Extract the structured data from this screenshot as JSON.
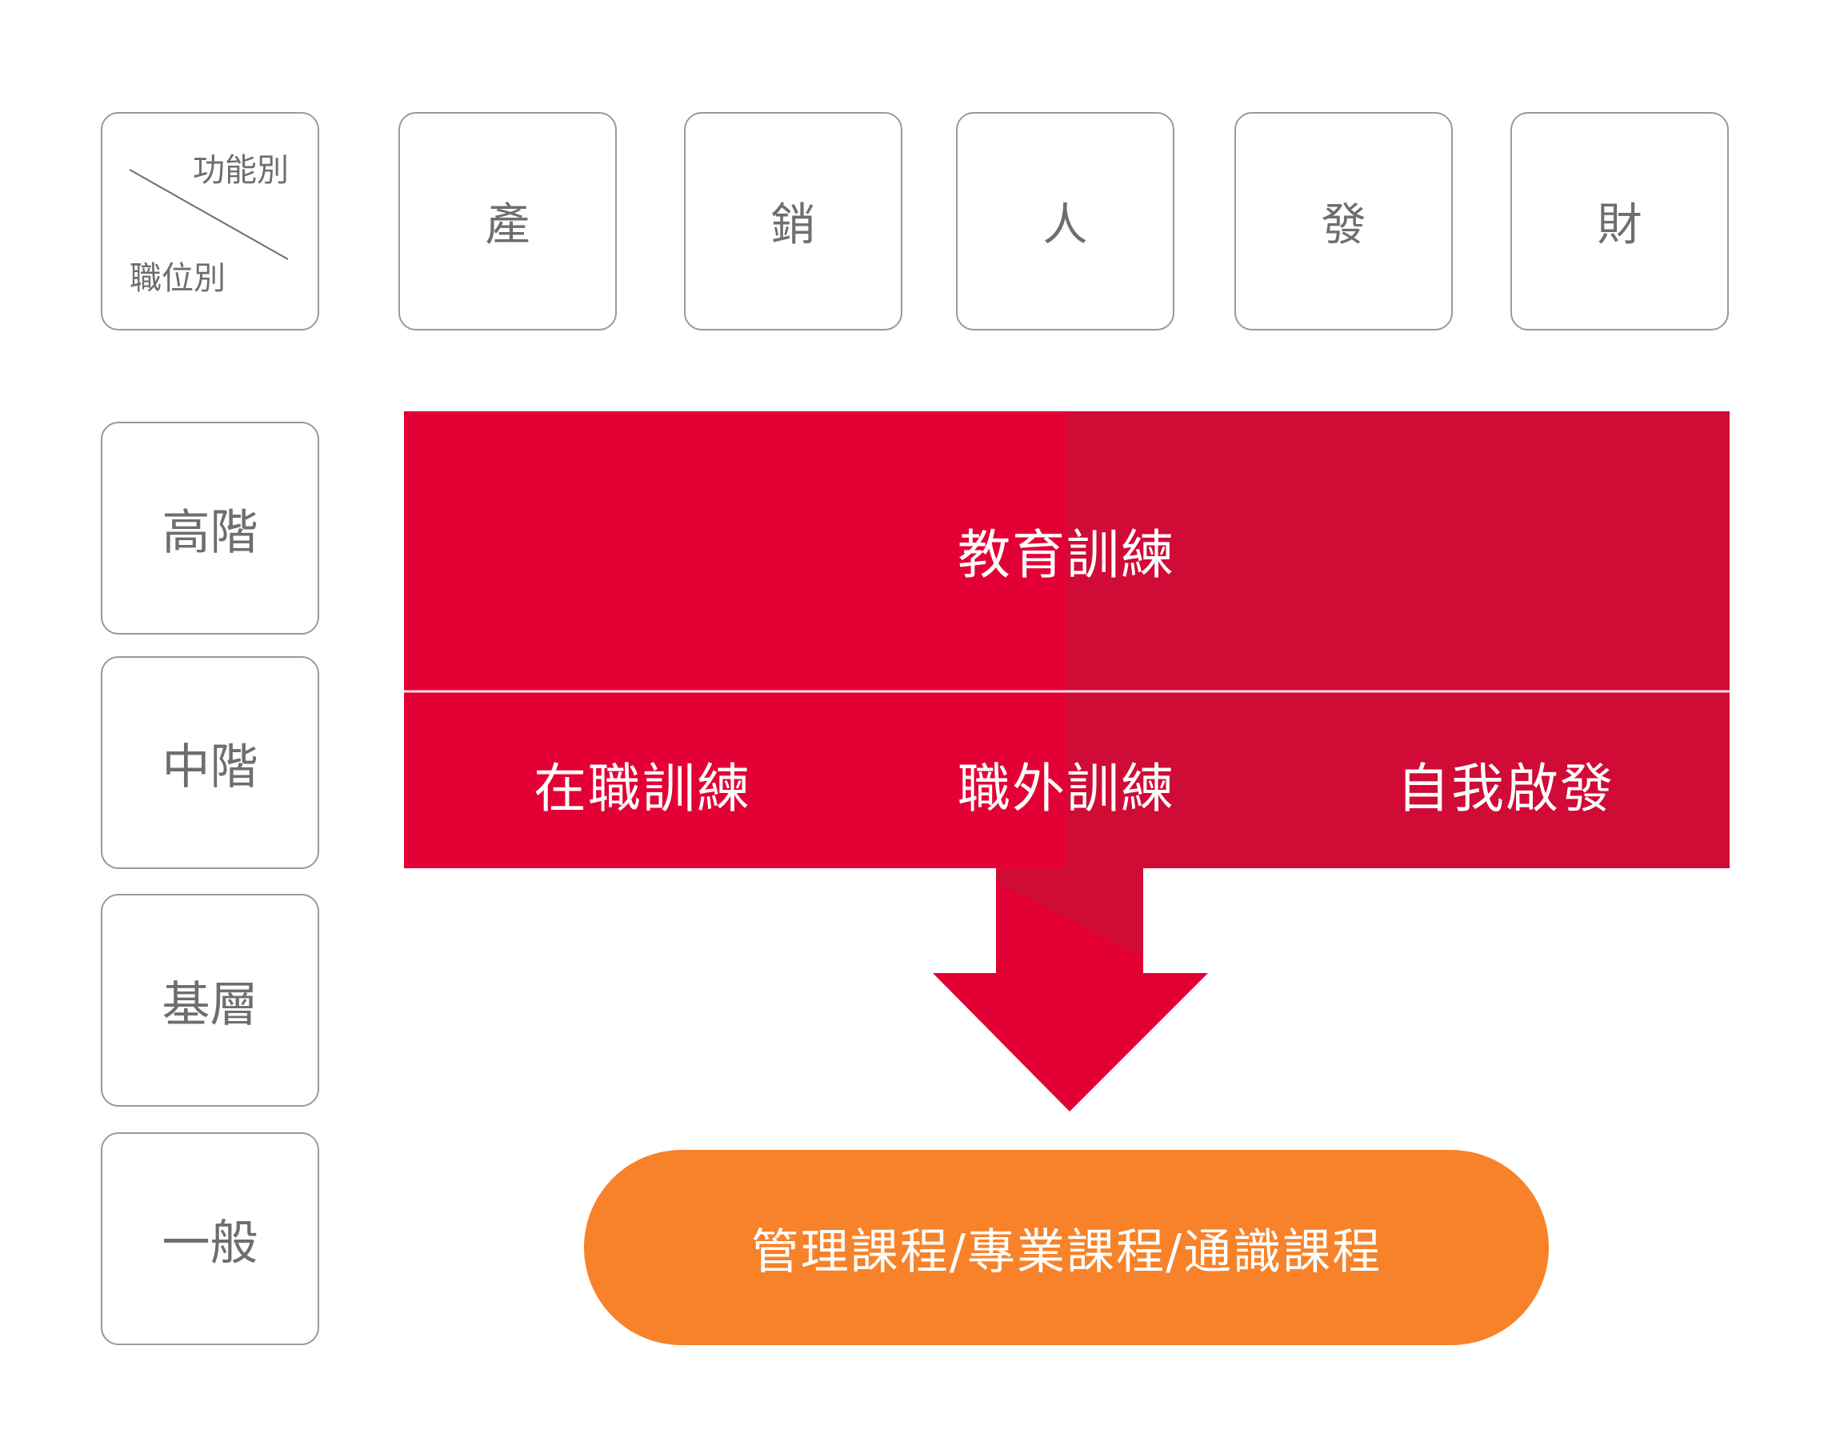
{
  "header": {
    "corner": {
      "function_label": "功能別",
      "position_label": "職位別"
    },
    "functions": [
      "產",
      "銷",
      "人",
      "發",
      "財"
    ]
  },
  "levels": [
    "高階",
    "中階",
    "基層",
    "一般"
  ],
  "training": {
    "title": "教育訓練",
    "methods": [
      "在職訓練",
      "職外訓練",
      "自我啟發"
    ]
  },
  "outcome": {
    "label": "管理課程/專業課程/通識課程"
  },
  "colors": {
    "band_left": "#e30035",
    "band_right": "#d00b36",
    "arrow": "#e30035",
    "pill": "#f7822a",
    "box_border": "#9a9a9a",
    "box_text": "#6e6e6e"
  }
}
